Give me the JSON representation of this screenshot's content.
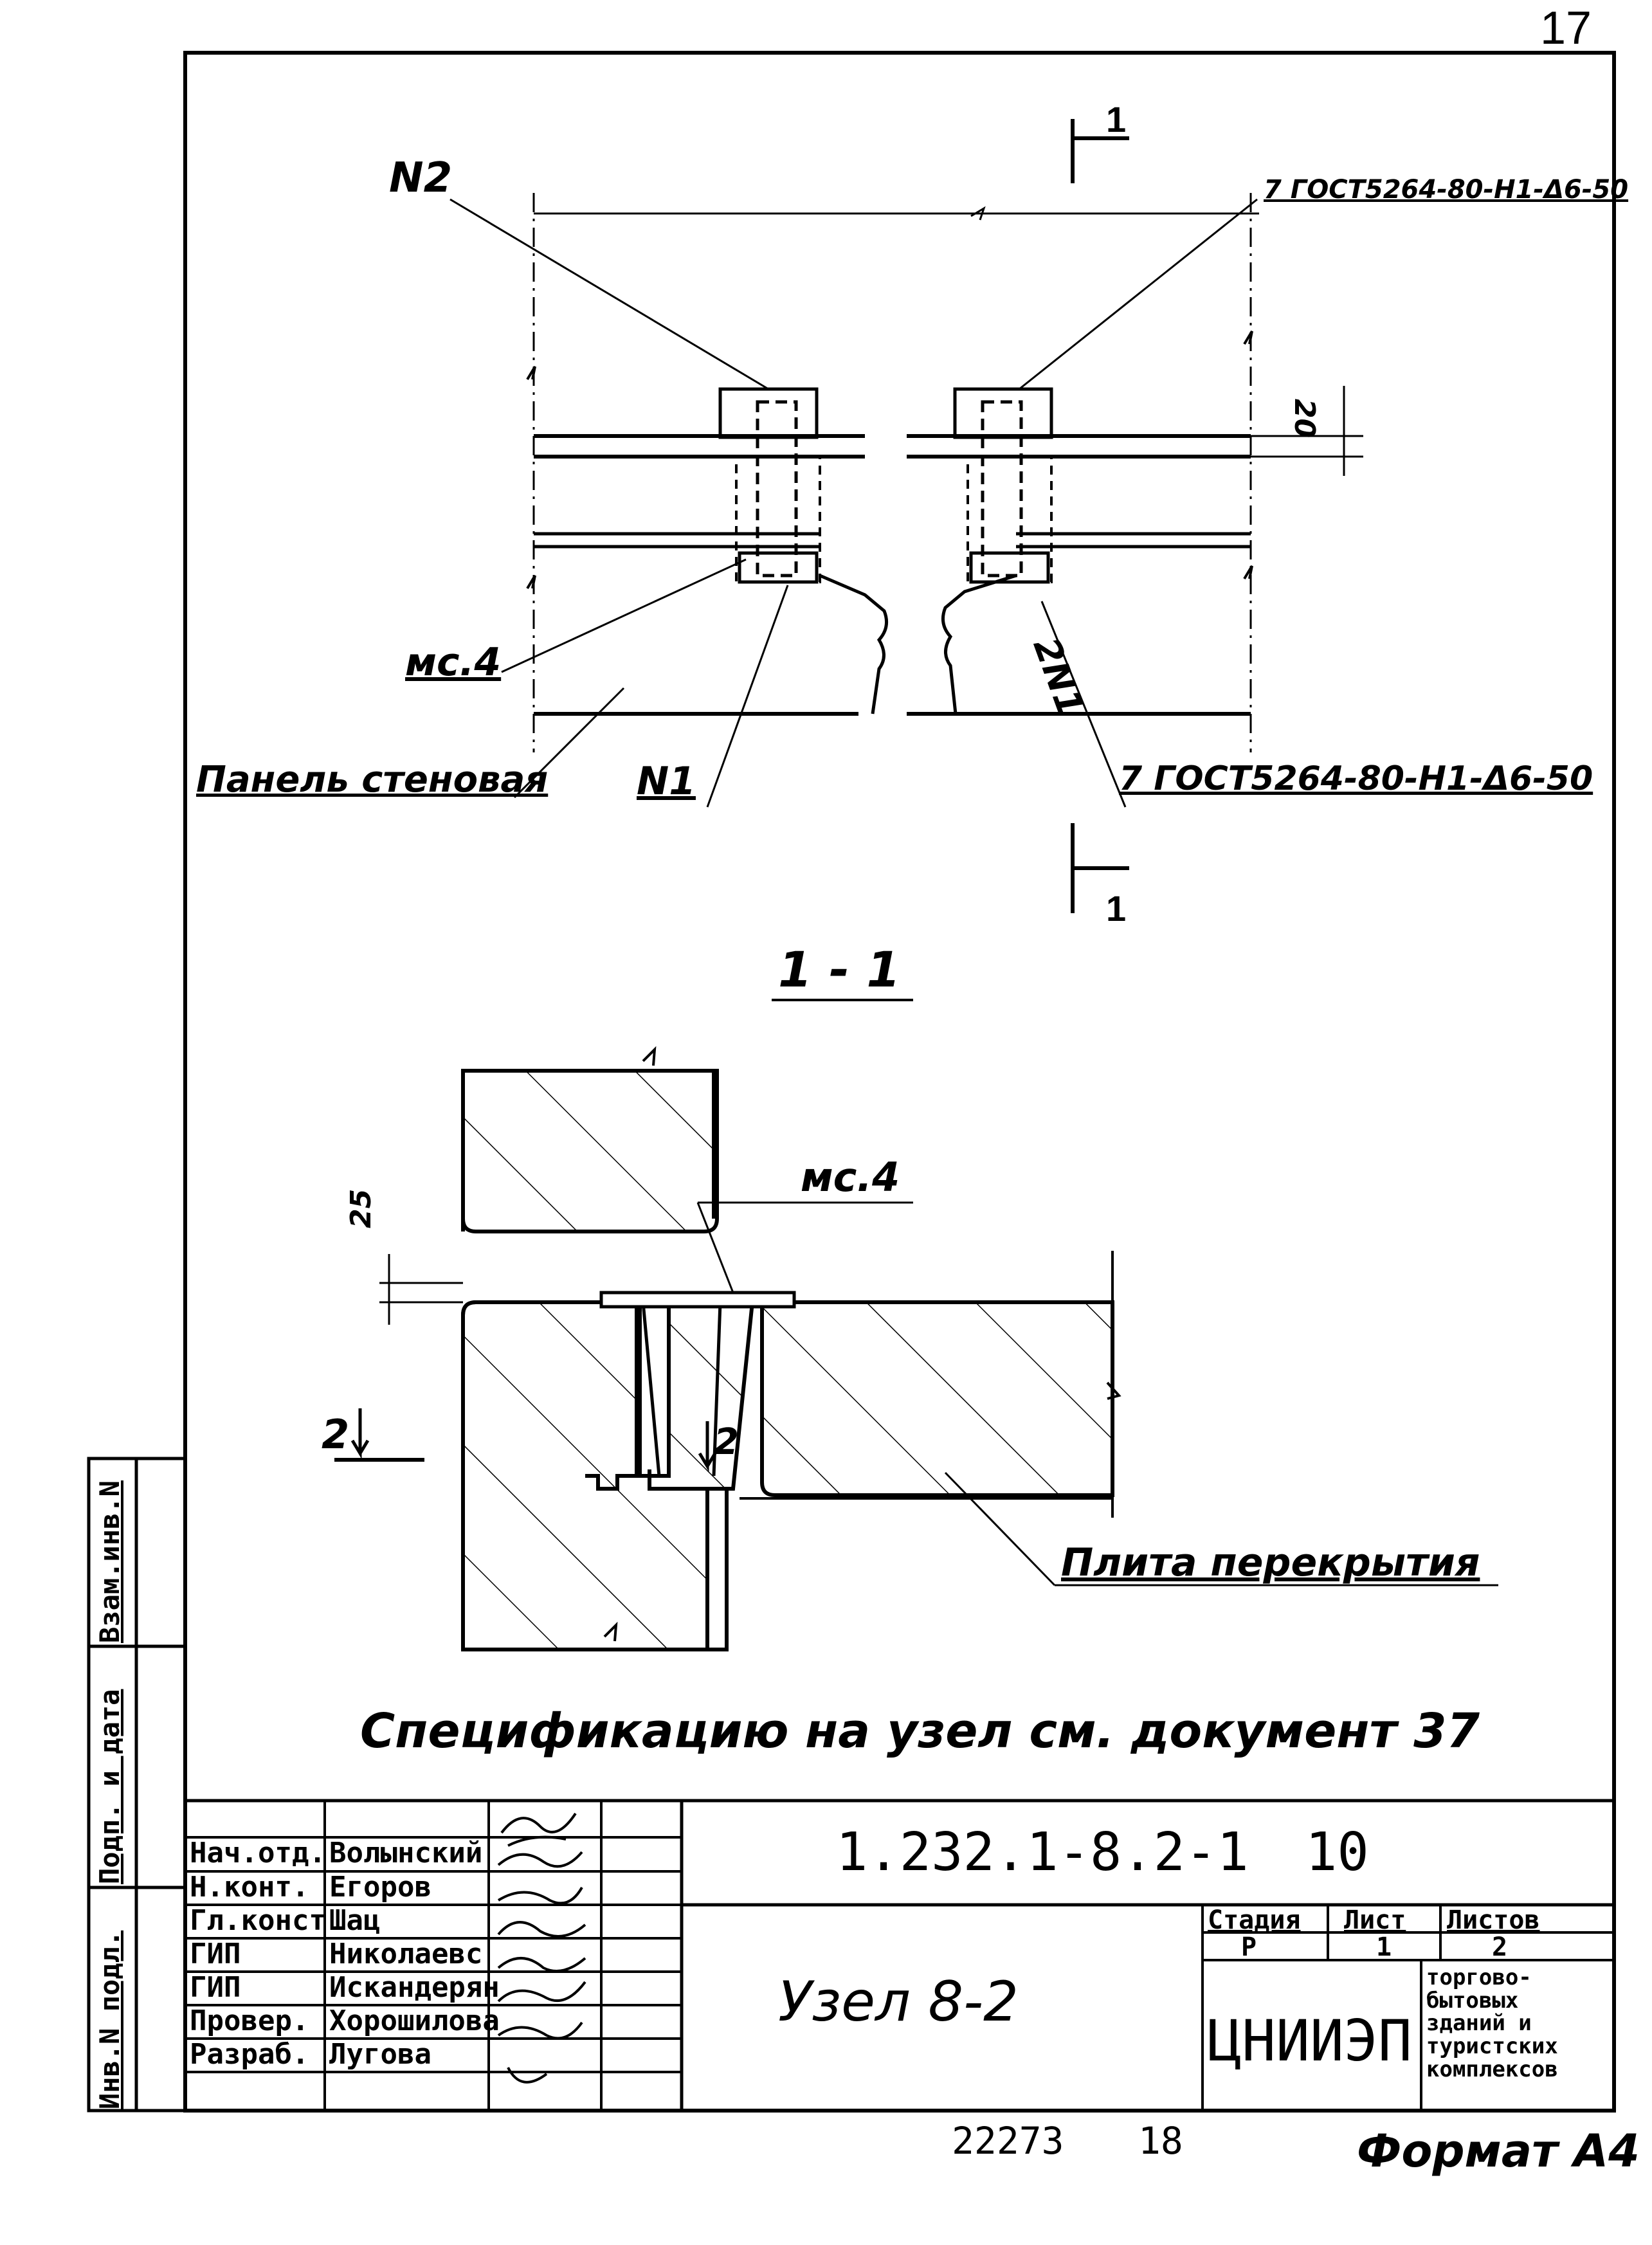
{
  "page": {
    "number": "17",
    "format_label": "Формат А4",
    "footer_numbers": [
      "22273",
      "18"
    ]
  },
  "plan": {
    "section_marker": "1",
    "labels": {
      "n2": "N2",
      "gost_top": "7 ГОСТ5264-80-Н1-Δ6-50",
      "dim_20": "20",
      "mc4": "мс.4",
      "n1_right": "2N1",
      "panel": "Панель стеновая",
      "n1": "N1",
      "gost_bottom": "7 ГОСТ5264-80-Н1-Δ6-50"
    }
  },
  "section": {
    "title": "1 - 1",
    "labels": {
      "mc4": "мс.4",
      "dim_25": "25",
      "mark_2_left": "2",
      "mark_2_right": "2",
      "slab": "Плита перекрытия"
    }
  },
  "note": "Спецификацию на узел см. документ 37",
  "title_block": {
    "doc_code": "1.232.1-8.2-1",
    "doc_sheet": "10",
    "drawing_title": "Узел 8-2",
    "stage_header": "Стадия",
    "sheet_header": "Лист",
    "sheets_header": "Листов",
    "stage_value": "Р",
    "sheet_value": "1",
    "sheets_value": "2",
    "org": "ЦНИИЭП",
    "org_dept": [
      "торгово-",
      "бытовых",
      "зданий и",
      "туристских",
      "комплексов"
    ],
    "rows": [
      {
        "role": "Нач.отд.",
        "name": "Волынский"
      },
      {
        "role": "Н.конт.",
        "name": "Егоров"
      },
      {
        "role": "Гл.конст",
        "name": "Шац"
      },
      {
        "role": "ГИП",
        "name": "Николаевс"
      },
      {
        "role": "ГИП",
        "name": "Искандерян"
      },
      {
        "role": "Провер.",
        "name": "Хорошилова"
      },
      {
        "role": "Разраб.",
        "name": "Лугова"
      }
    ]
  },
  "side_stamp": [
    "Инв.N подл.",
    "Подп. и дата",
    "Взам.инв.N"
  ]
}
